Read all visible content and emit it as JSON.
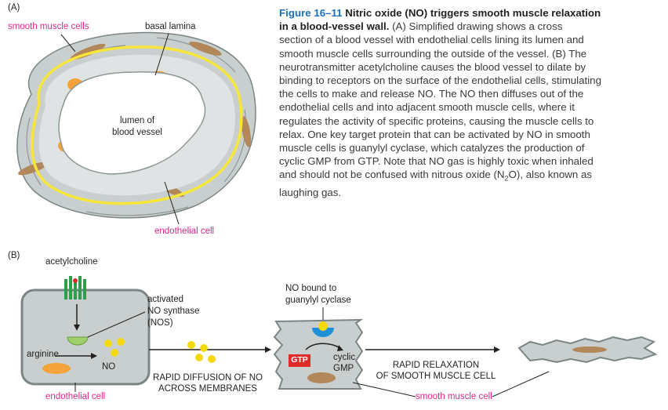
{
  "panel_a": {
    "label": "(A)",
    "smooth_muscle_cells": "smooth muscle cells",
    "basal_lamina": "basal lamina",
    "lumen_line1": "lumen of",
    "lumen_line2": "blood vessel",
    "endothelial_cell": "endothelial cell"
  },
  "caption": {
    "figure_number": "Figure 16–11",
    "title_line1": "Nitric oxide (NO) triggers smooth muscle relaxation",
    "title_line2": "in a blood-vessel wall.",
    "line2_rest": "(A) Simplified drawing shows a cross",
    "lines": [
      "section of a blood vessel with endothelial cells lining its lumen and",
      "smooth muscle cells surrounding the outside of the vessel. (B) The",
      "neurotransmitter acetylcholine causes the blood vessel to dilate by",
      "binding to receptors on the surface of the endothelial cells, stimulating",
      "the cells to make and release NO. The NO then diffuses out of the",
      "endothelial cells and into adjacent smooth muscle cells, where it",
      "regulates the activity of specific proteins, causing the muscle cells to",
      "relax. One key target protein that can be activated by NO in smooth",
      "muscle cells is guanylyl cyclase, which catalyzes the production of",
      "cyclic GMP from GTP. Note that NO gas is highly toxic when inhaled"
    ],
    "line_n2o_before": "and should not be confused with nitrous oxide (N",
    "line_n2o_sub": "2",
    "line_n2o_after": "O), also known as",
    "last_line": "laughing gas."
  },
  "panel_b": {
    "label": "(B)",
    "acetylcholine": "acetylcholine",
    "activated_line1": "activated",
    "activated_line2": "NO synthase",
    "activated_line3": "(NOS)",
    "arginine": "arginine",
    "no_label": "NO",
    "endothelial_cell": "endothelial cell",
    "diffusion_line1": "RAPID DIFFUSION OF NO",
    "diffusion_line2": "ACROSS MEMBRANES",
    "no_bound_line1": "NO bound to",
    "no_bound_line2": "guanylyl cyclase",
    "gtp": "GTP",
    "cyclic": "cyclic",
    "gmp": "GMP",
    "relax_line1": "RAPID RELAXATION",
    "relax_line2": "OF SMOOTH MUSCLE CELL",
    "smooth_muscle_cell": "smooth muscle cell"
  },
  "colors": {
    "pink_label": "#d9268a",
    "caption_blue": "#1d6fb8",
    "vessel_gray": "#c9cfcf",
    "basal_yellow": "#f6e63a",
    "nucleus_orange": "#f4a23a",
    "smooth_nucleus": "#b2875a",
    "receptor_green": "#2e9e4a",
    "no_yellow": "#f5d90f",
    "gtp_red": "#e02b2b"
  }
}
